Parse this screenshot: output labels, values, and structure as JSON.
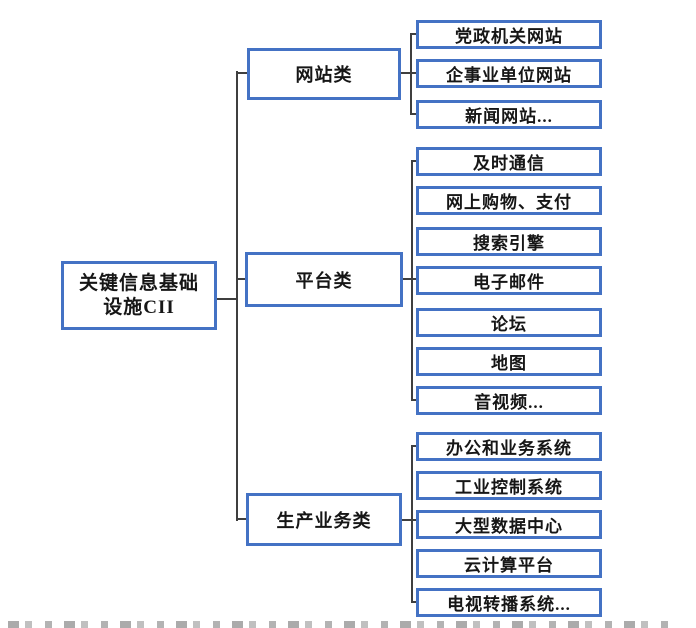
{
  "diagram": {
    "title_root": {
      "label_line1": "关键信息基础",
      "label_line2": "设施CII"
    },
    "categories": [
      {
        "label": "网站类",
        "children": [
          "党政机关网站",
          "企事业单位网站",
          "新闻网站..."
        ]
      },
      {
        "label": "平台类",
        "children": [
          "及时通信",
          "网上购物、支付",
          "搜索引擎",
          "电子邮件",
          "论坛",
          "地图",
          "音视频..."
        ]
      },
      {
        "label": "生产业务类",
        "children": [
          "办公和业务系统",
          "工业控制系统",
          "大型数据中心",
          "云计算平台",
          "电视转播系统..."
        ]
      }
    ],
    "colors": {
      "box_border": "#4472C4",
      "connector_line": "#3f3f3f",
      "text": "#161616",
      "background": "#ffffff"
    }
  }
}
